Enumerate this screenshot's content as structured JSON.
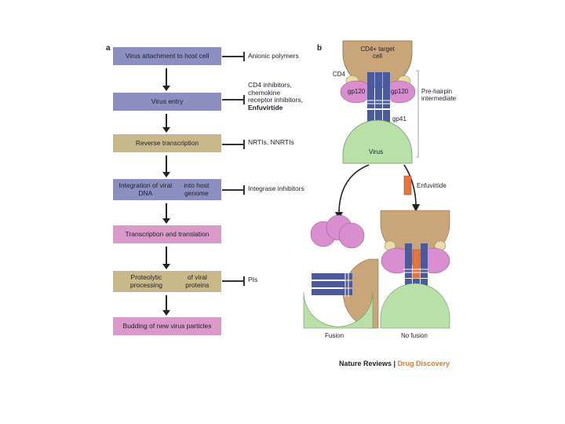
{
  "panel_a": {
    "label": "a",
    "steps": [
      {
        "lines": [
          "Virus attachment to host cell"
        ],
        "color": "#8d8fc0"
      },
      {
        "lines": [
          "Virus entry"
        ],
        "color": "#8d8fc0"
      },
      {
        "lines": [
          "Reverse transcription"
        ],
        "color": "#c9b98a"
      },
      {
        "lines": [
          "Integration of viral DNA",
          "into host genome"
        ],
        "color": "#8d8fc0"
      },
      {
        "lines": [
          "Transcription and translation"
        ],
        "color": "#d99ac9"
      },
      {
        "lines": [
          "Proteolytic processing",
          "of viral proteins"
        ],
        "color": "#c9b98a"
      },
      {
        "lines": [
          "Budding of new virus particles"
        ],
        "color": "#d99ac9"
      }
    ],
    "inhibitors": [
      {
        "lines": [
          "Anionic polymers"
        ],
        "bold_line": ""
      },
      {
        "lines": [
          "CD4 inhibitors,",
          "chemokine",
          "receptor inhibitors,"
        ],
        "bold_line": "Enfuvirtide"
      },
      {
        "lines": [
          "NRTIs, NNRTIs"
        ],
        "bold_line": ""
      },
      {
        "lines": [
          "Integrase inhibitors"
        ],
        "bold_line": ""
      },
      {
        "lines": [
          "PIs"
        ],
        "bold_line": ""
      }
    ]
  },
  "panel_b": {
    "label": "b",
    "target_cell": [
      "CD4+ target",
      "cell"
    ],
    "cd4_label": "CD4",
    "gp120_left": "gp120",
    "gp120_right": "gp120",
    "gp41_label": "gp41",
    "virus_label": "Virus",
    "prehairpin_label": [
      "Pre-hairpin",
      "intermediate"
    ],
    "enfuvirtide_label": "Enfuvirtide",
    "fusion_label": "Fusion",
    "no_fusion_label": "No fusion"
  },
  "footer": {
    "journal": "Nature Reviews",
    "separator": " | ",
    "section": "Drug Discovery"
  },
  "colors": {
    "purple_box": "#8d8fc0",
    "tan_box": "#c9b98a",
    "pink_box": "#d99ac9",
    "cell_tan": "#c9a67a",
    "virus_green": "#b8e0a8",
    "gp120_pink": "#d98ed0",
    "gp41_blue": "#4a5a9a",
    "enfuvirtide_orange": "#e8743c",
    "accent_orange": "#e07a1f"
  }
}
